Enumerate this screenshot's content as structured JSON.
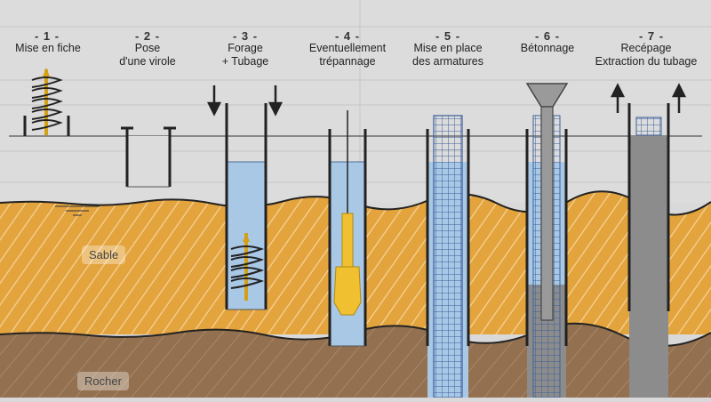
{
  "steps": [
    {
      "number": "- 1 -",
      "label": "Mise en fiche"
    },
    {
      "number": "- 2 -",
      "label": "Pose\nd'une virole"
    },
    {
      "number": "- 3 -",
      "label": "Forage\n+ Tubage"
    },
    {
      "number": "- 4 -",
      "label": "Eventuellement\ntrépannage"
    },
    {
      "number": "- 5 -",
      "label": "Mise en place\ndes armatures"
    },
    {
      "number": "- 6 -",
      "label": "Bétonnage"
    },
    {
      "number": "- 7 -",
      "label": "Recépage\nExtraction du tubage"
    }
  ],
  "layers": {
    "sand": "Sable",
    "rock": "Rocher"
  },
  "colors": {
    "sky": "#dcdcdc",
    "sand": "#e3a33d",
    "rock": "#93704f",
    "water": "#a9c8e6",
    "tool": "#f0c030",
    "concrete": "#8c8c8c",
    "cage": "#3b5f9a"
  }
}
